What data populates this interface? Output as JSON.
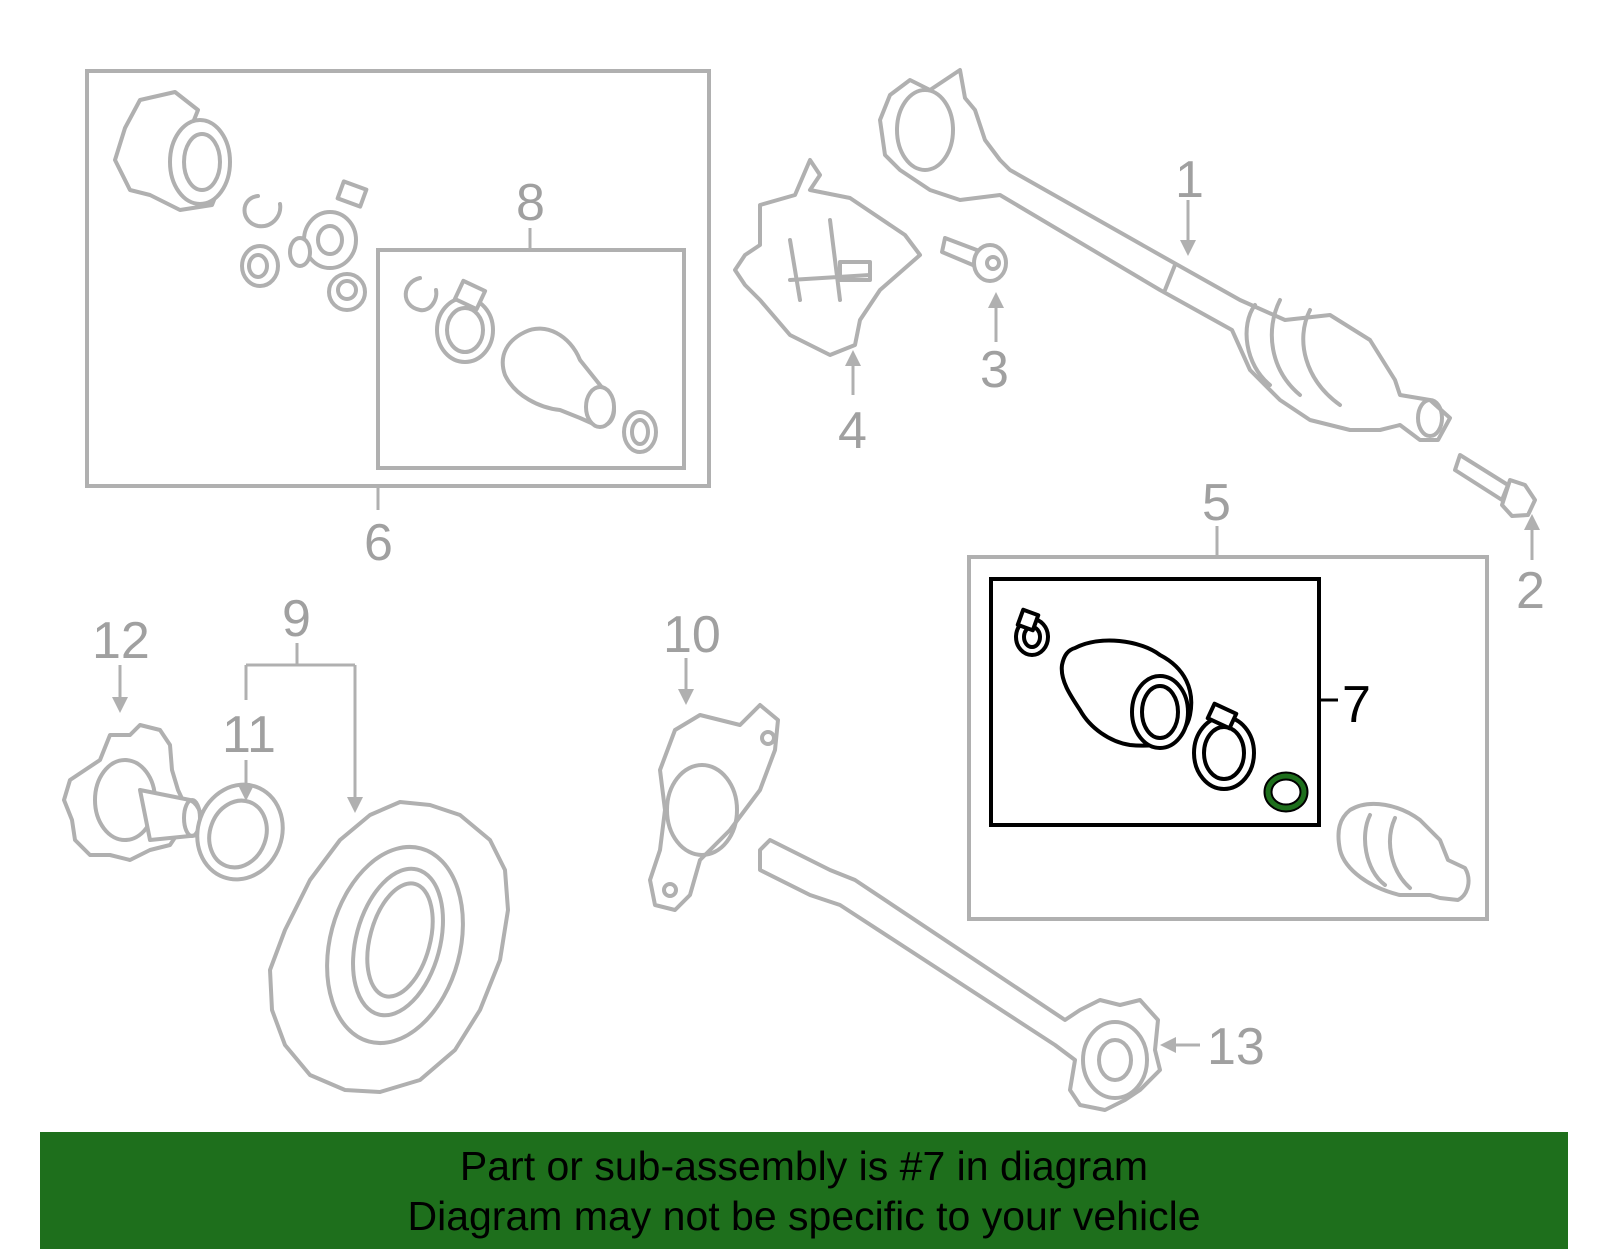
{
  "callouts": {
    "c1": "1",
    "c2": "2",
    "c3": "3",
    "c4": "4",
    "c5": "5",
    "c6": "6",
    "c7": "7",
    "c8": "8",
    "c9": "9",
    "c10": "10",
    "c11": "11",
    "c12": "12",
    "c13": "13"
  },
  "highlight": {
    "part": "7",
    "color": "#1e6f1c"
  },
  "banner": {
    "line1": "Part or sub-assembly is #7 in diagram",
    "line2": "Diagram may not be specific to your vehicle",
    "background": "#1e6f1c"
  }
}
